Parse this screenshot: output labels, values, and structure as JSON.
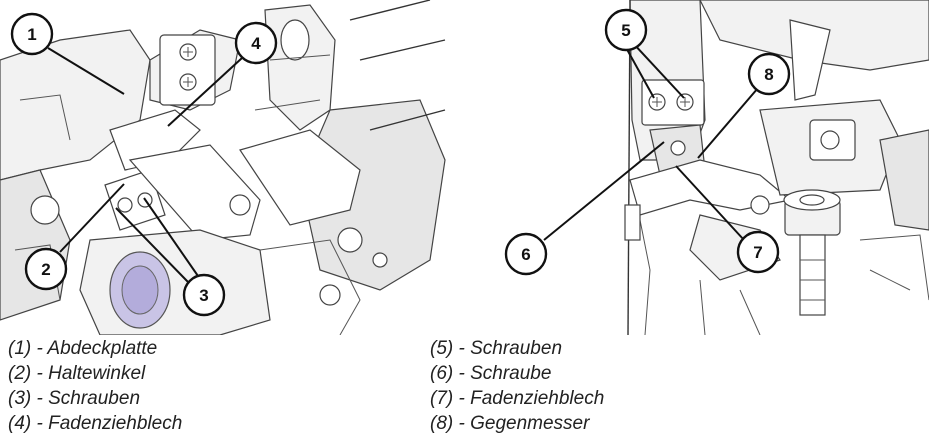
{
  "figure": {
    "left_panel": {
      "callouts": [
        {
          "num": "1"
        },
        {
          "num": "4"
        },
        {
          "num": "2"
        },
        {
          "num": "3"
        }
      ]
    },
    "right_panel": {
      "callouts": [
        {
          "num": "5"
        },
        {
          "num": "8"
        },
        {
          "num": "6"
        },
        {
          "num": "7"
        }
      ]
    }
  },
  "legend": {
    "left": [
      "(1) - Abdeckplatte",
      "(2) - Haltewinkel",
      "(3) - Schrauben",
      "(4) - Fadenziehblech"
    ],
    "right": [
      "(5) - Schrauben",
      "(6) - Schraube",
      "(7) - Fadenziehblech",
      "(8) - Gegenmesser"
    ]
  }
}
